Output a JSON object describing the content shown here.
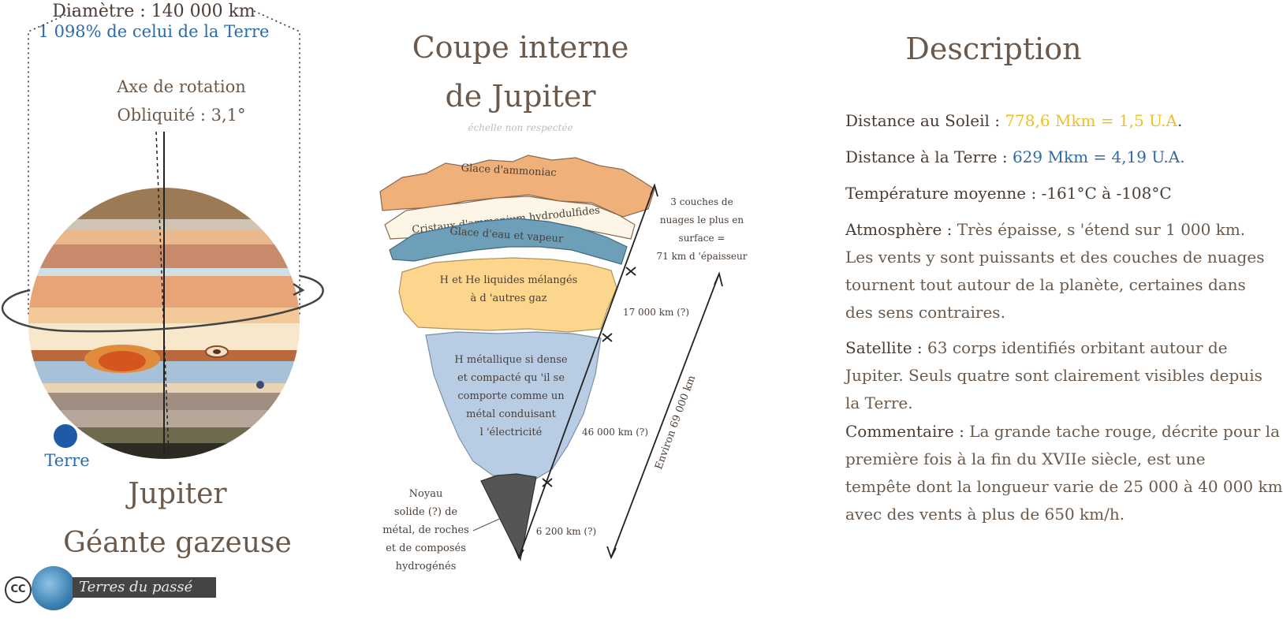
{
  "jupiter_panel": {
    "diameter": "Diamètre : 140 000 km",
    "diameter_ratio": "1 098% de celui de la Terre",
    "rotation_axis": "Axe de rotation",
    "obliquity": "Obliquité : 3,1°",
    "earth_label": "Terre",
    "name": "Jupiter",
    "type": "Géante gazeuse"
  },
  "cross_section": {
    "title_line1": "Coupe interne",
    "title_line2": "de Jupiter",
    "scale_note": "échelle non respectée",
    "layers": {
      "ammonia_ice": "Glace d'ammoniac",
      "ammonium_crystals": "Cristaux d'ammonium hydrodulfides",
      "water_ice": "Glace d'eau et vapeur",
      "liquid_h_he_1": "H et He liquides mélangés",
      "liquid_h_he_2": "à d 'autres gaz",
      "metallic_h_1": "H métallique si dense",
      "metallic_h_2": "et compacté qu 'il se",
      "metallic_h_3": "comporte comme un",
      "metallic_h_4": "métal conduisant",
      "metallic_h_5": "l 'électricité",
      "core_1": "Noyau",
      "core_2": "solide (?) de",
      "core_3": "métal, de roches",
      "core_4": "et de composés",
      "core_5": "hydrogénés"
    },
    "cloud_note_1": "3 couches de",
    "cloud_note_2": "nuages le plus en",
    "cloud_note_3": "surface =",
    "cloud_note_4": "71 km d 'épaisseur",
    "dim_17000": "17 000 km (?)",
    "dim_46000": "46 000 km (?)",
    "dim_6200": "6 200 km (?)",
    "dim_total": "Environ 69 000 km"
  },
  "description": {
    "title": "Description",
    "distance_sun_label": "Distance au Soleil : ",
    "distance_sun_value": "778,6 Mkm = 1,5 U.A",
    "distance_sun_end": ".",
    "distance_earth_label": "Distance à la Terre : ",
    "distance_earth_value": "629 Mkm = 4,19 U.A.",
    "temperature": "Température moyenne : -161°C à -108°C",
    "atmosphere_label": "Atmosphère : ",
    "atmosphere_l1": "Très épaisse, s 'étend sur 1 000 km.",
    "atmosphere_l2": "Les vents y sont puissants et des couches de nuages",
    "atmosphere_l3": "tournent tout autour de la planète, certaines dans",
    "atmosphere_l4": "des sens contraires.",
    "satellite_label": "Satellite : ",
    "satellite_l1": "63 corps identifiés orbitant autour de",
    "satellite_l2": "Jupiter. Seuls quatre sont clairement visibles depuis",
    "satellite_l3": "la Terre.",
    "comment_label": "Commentaire : ",
    "comment_l1": "La grande tache rouge, décrite pour la",
    "comment_l2": "première fois à la fin du XVIIe siècle, est une",
    "comment_l3": "tempête dont la longueur varie de 25 000 à 40 000 km",
    "comment_l4": "avec des vents à plus de 650 km/h."
  },
  "logo": {
    "cc": "CC",
    "text": "Terres du passé"
  },
  "colors": {
    "text_brown": "#6b5a4c",
    "accent_blue": "#2f6aa8",
    "accent_yellow": "#f0c020"
  }
}
